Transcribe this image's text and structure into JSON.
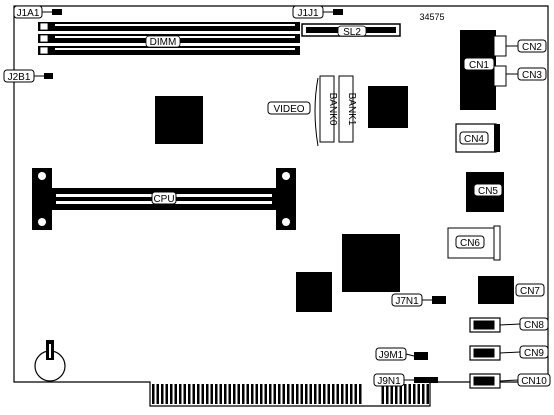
{
  "diagram": {
    "part_number": "34575",
    "labels": {
      "j1a1": "J1A1",
      "j1j1": "J1J1",
      "j2b1": "J2B1",
      "dimm": "DIMM",
      "sl2": "SL2",
      "video": "VIDEO",
      "bank0": "BANK0",
      "bank1": "BANK1",
      "cpu": "CPU",
      "cn1": "CN1",
      "cn2": "CN2",
      "cn3": "CN3",
      "cn4": "CN4",
      "cn5": "CN5",
      "cn6": "CN6",
      "cn7": "CN7",
      "cn8": "CN8",
      "cn9": "CN9",
      "cn10": "CN10",
      "j7n1": "J7N1",
      "j9m1": "J9M1",
      "j9n1": "J9N1"
    }
  }
}
